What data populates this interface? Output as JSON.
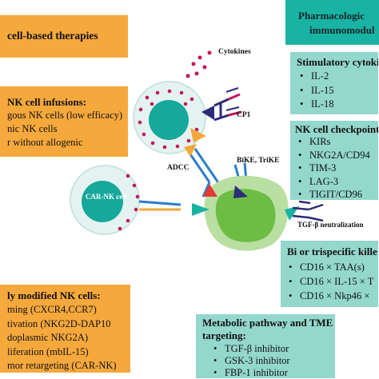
{
  "left": {
    "header": "cell-based therapies",
    "infusions": {
      "title": "NK cell infusions:",
      "items": [
        "gous NK cells (low efficacy)",
        "nic NK cells",
        "r without allogenic"
      ]
    },
    "modified": {
      "title": "ly modified NK cells:",
      "items": [
        "ming (CXCR4,CCR7)",
        "tivation (NKG2D-DAP10",
        "doplasmic NKG2A)",
        "liferation (mbIL-15)",
        "mor retargeting (CAR-NK)"
      ]
    }
  },
  "right": {
    "header_line1": "Pharmacologic",
    "header_line2": "immunomodul",
    "stimulatory": {
      "title": "Stimulatory cytoki",
      "items": [
        "IL-2",
        "IL-15",
        "IL-18"
      ]
    },
    "checkpoint": {
      "title": "NK cell checkpoint",
      "items": [
        "KIRs",
        "NKG2A/CD94",
        "TIM-3",
        "LAG-3",
        "TIGIT/CD96"
      ]
    },
    "bitri": {
      "title": "Bi or trispecific kille",
      "items": [
        "CD16 × TAA(s)",
        "CD16 × IL-15 × T",
        "CD16 × Nkp46 ×"
      ]
    }
  },
  "metabolic": {
    "title_line1": "Metabolic pathway and TME",
    "title_line2": "targeting:",
    "items": [
      "TGF-β inhibitor",
      "GSK-3 inhibitor",
      "FBP-1 inhibitor"
    ]
  },
  "labels": {
    "cytokines": "Cytokines",
    "cp1": "CP1",
    "adcc": "ADCC",
    "bike": "BiKE, TriKE",
    "carnk": "CAR-NK cell",
    "tgfb": "TGF-β neutralization"
  },
  "colors": {
    "orange": "#f5a83c",
    "teal": "#19b3a3",
    "light_teal": "#93d7cd",
    "nk_cell": "#16a89a",
    "tumor": "#6dbd45",
    "granule": "#c2185b"
  }
}
